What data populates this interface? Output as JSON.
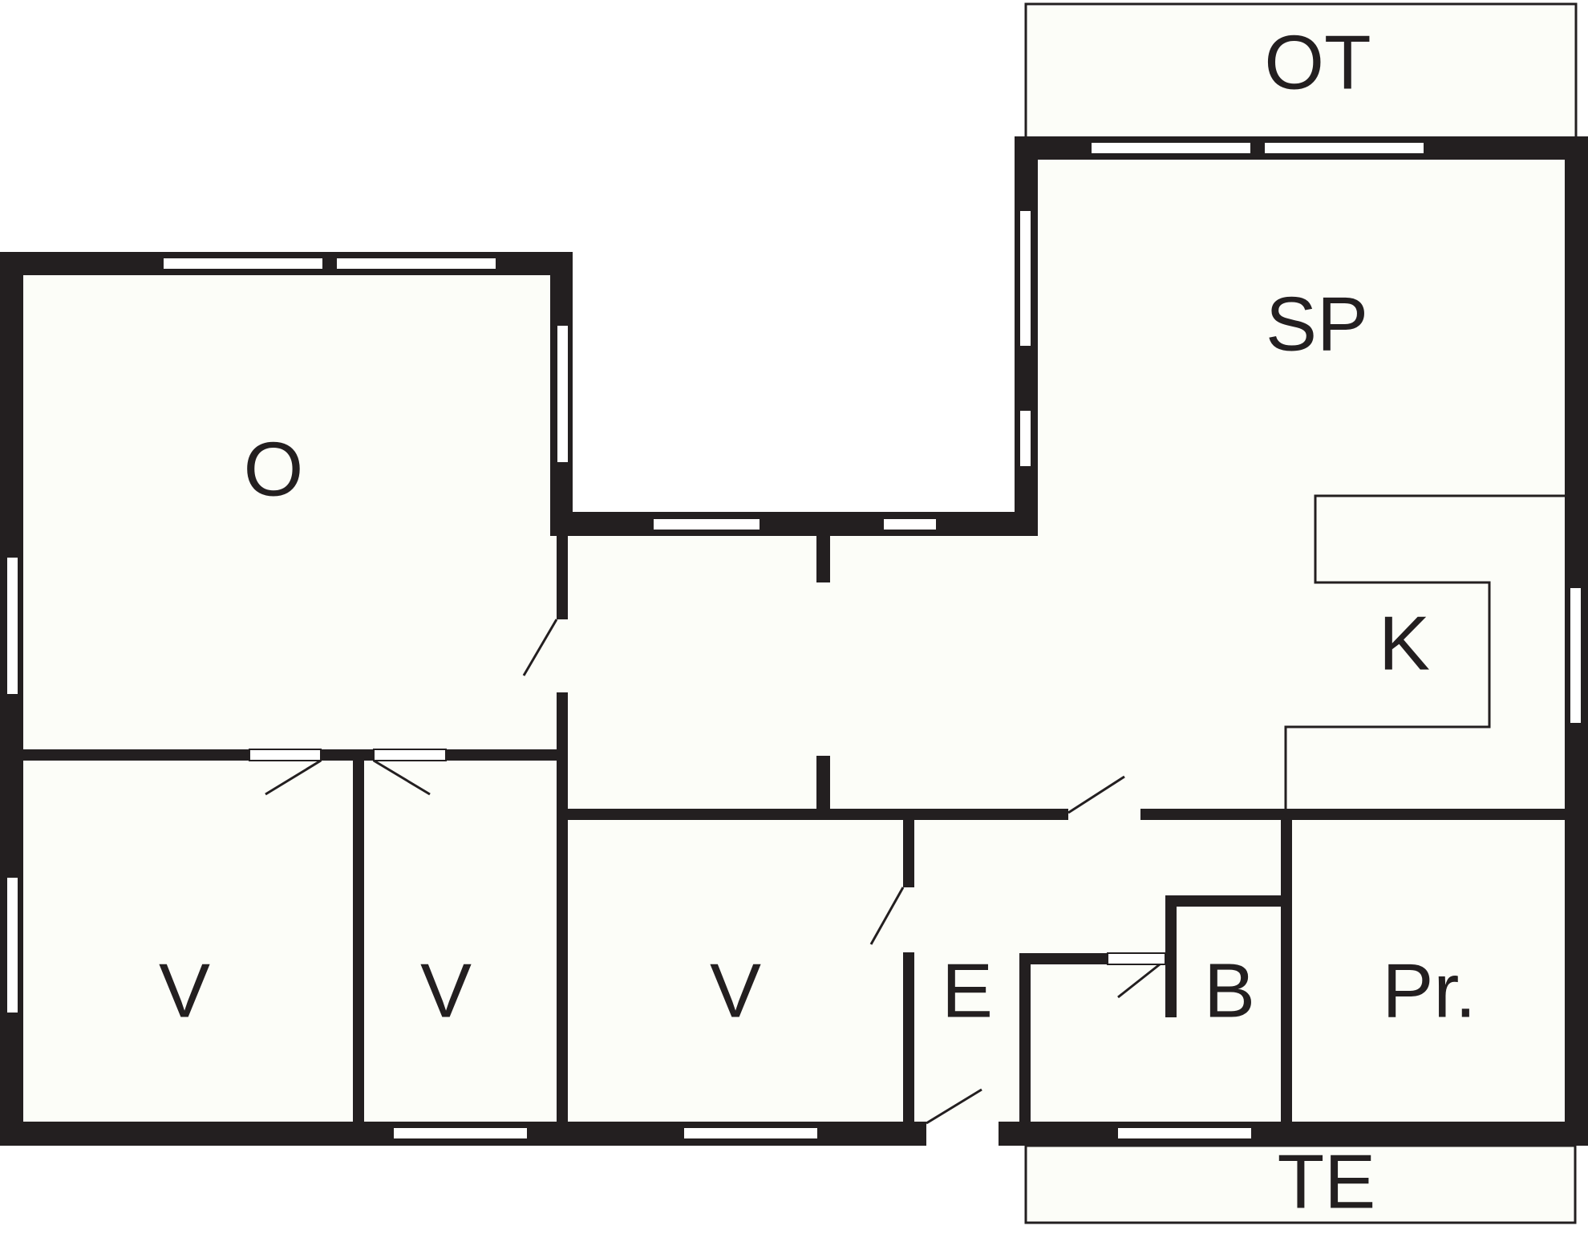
{
  "rooms": {
    "ot": "OT",
    "sp": "SP",
    "o": "O",
    "k": "K",
    "v1": "V",
    "v2": "V",
    "v3": "V",
    "e": "E",
    "b": "B",
    "pr": "Pr.",
    "te": "TE"
  },
  "colors": {
    "wall": "#231f20",
    "floor": "#fcfdf8",
    "background": "#ffffff"
  }
}
